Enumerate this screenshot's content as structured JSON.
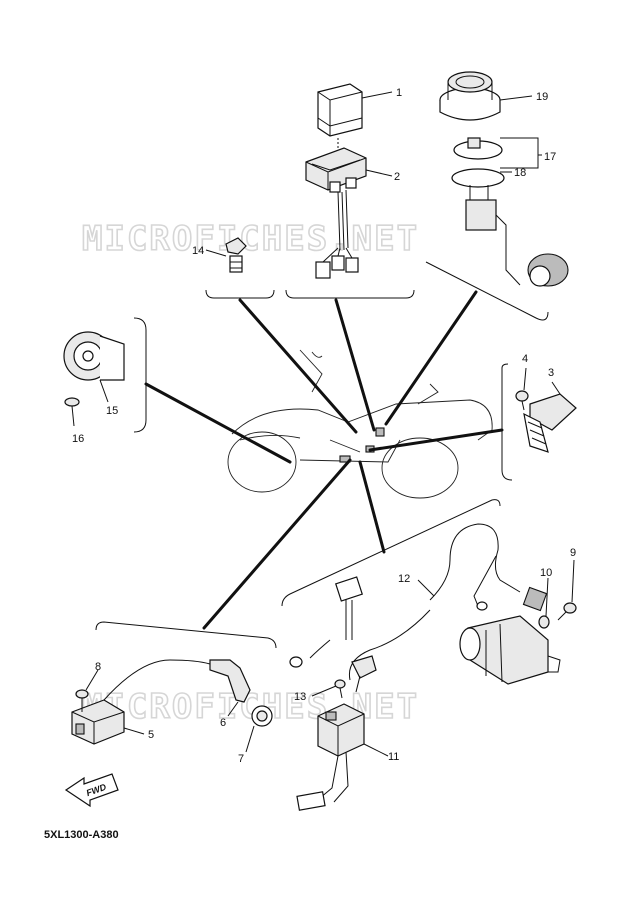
{
  "watermark": "MICROFICHES.NET",
  "part_code": "5XL1300-A380",
  "fwd_label": "FWD",
  "callouts": [
    "1",
    "2",
    "3",
    "4",
    "5",
    "6",
    "7",
    "8",
    "9",
    "10",
    "11",
    "12",
    "13",
    "14",
    "15",
    "16",
    "17",
    "18",
    "19"
  ]
}
